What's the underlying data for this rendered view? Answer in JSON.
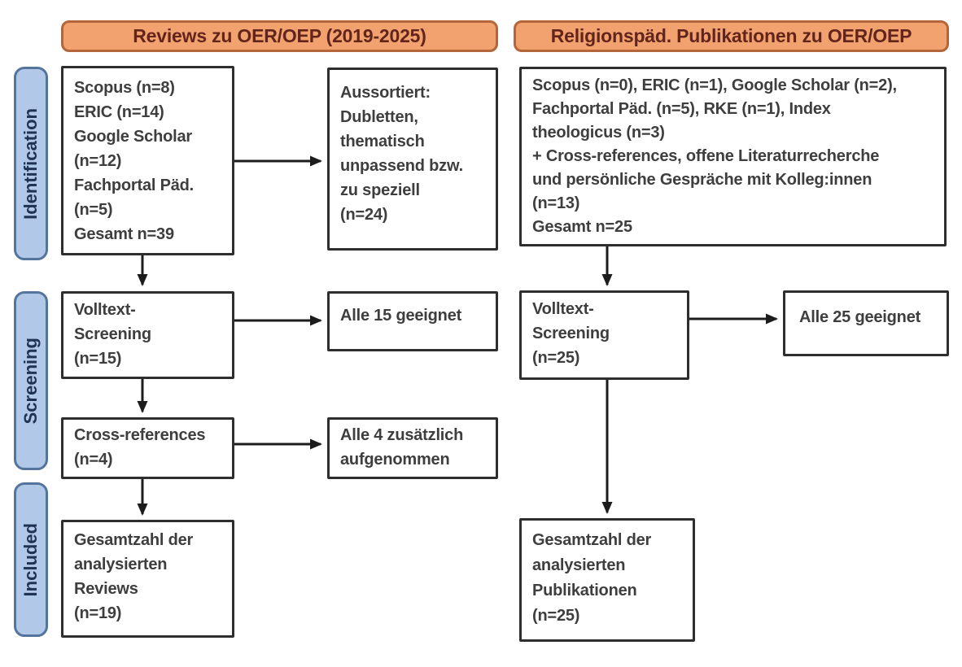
{
  "headers": {
    "left": "Reviews zu OER/OEP (2019-2025)",
    "right": "Religionspäd. Publikationen zu OER/OEP"
  },
  "stages": {
    "identification": "Identification",
    "screening": "Screening",
    "included": "Included"
  },
  "left_flow": {
    "sources": "Scopus (n=8)\nERIC (n=14)\nGoogle Scholar\n(n=12)\nFachportal Päd.\n(n=5)\nGesamt n=39",
    "excluded": "Aussortiert:\nDubletten,\nthematisch\nunpassend bzw.\nzu speziell\n(n=24)",
    "fulltext_screening": "Volltext-\nScreening\n(n=15)",
    "fulltext_result": "Alle 15 geeignet",
    "cross_references": "Cross-references\n(n=4)",
    "cross_references_result": "Alle 4 zusätzlich\naufgenommen",
    "total_included": "Gesamtzahl der\nanalysierten\nReviews\n(n=19)"
  },
  "right_flow": {
    "sources": "Scopus (n=0), ERIC (n=1), Google Scholar (n=2),\nFachportal Päd. (n=5), RKE (n=1), Index\ntheologicus (n=3)\n+ Cross-references, offene Literaturrecherche\nund persönliche Gespräche mit Kolleg:innen\n(n=13)\nGesamt n=25",
    "fulltext_screening": "Volltext-\nScreening\n(n=25)",
    "fulltext_result": "Alle 25 geeignet",
    "total_included": "Gesamtzahl der\nanalysierten\nPublikationen\n(n=25)"
  },
  "colors": {
    "background": "#ffffff",
    "header_fill": "#f1a26f",
    "header_border": "#b4663a",
    "header_text": "#63241b",
    "stage_fill": "#b2c8e9",
    "stage_border": "#54749c",
    "stage_text": "#203355",
    "box_border": "#2e2e2e",
    "box_text": "#3e3e3e",
    "arrow": "#1c1c1c"
  }
}
